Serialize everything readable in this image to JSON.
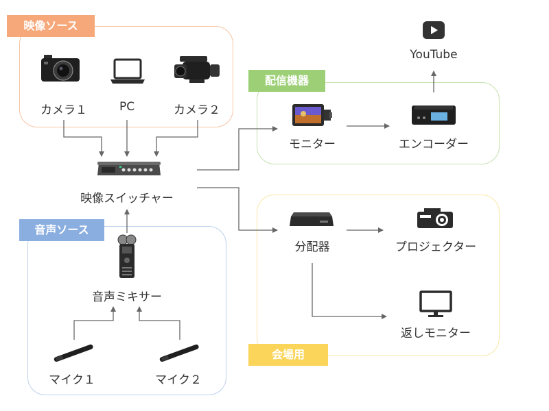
{
  "colors": {
    "video": "#f6a87a",
    "audio": "#8aaee0",
    "delivery": "#9ccf76",
    "venue": "#fad55a",
    "arrow": "#666666"
  },
  "groups": {
    "video_source": "映像ソース",
    "delivery_equipment": "配信機器",
    "audio_source": "音声ソース",
    "venue": "会場用"
  },
  "nodes": {
    "camera1": "カメラ１",
    "pc": "PC",
    "camera2": "カメラ２",
    "switcher": "映像スイッチャー",
    "monitor": "モニター",
    "encoder": "エンコーダー",
    "youtube": "YouTube",
    "distributor": "分配器",
    "projector": "プロジェクター",
    "return_monitor": "返しモニター",
    "audio_mixer": "音声ミキサー",
    "mic1": "マイク１",
    "mic2": "マイク２"
  },
  "icons": {
    "camera1": "compact-camera-icon",
    "pc": "laptop-icon",
    "camera2": "camcorder-icon",
    "switcher": "video-switcher-icon",
    "monitor": "field-monitor-icon",
    "encoder": "encoder-box-icon",
    "youtube": "youtube-play-icon",
    "distributor": "splitter-box-icon",
    "projector": "projector-icon",
    "return_monitor": "monitor-icon",
    "audio_mixer": "audio-recorder-icon",
    "mic1": "shotgun-mic-icon",
    "mic2": "shotgun-mic-icon"
  }
}
